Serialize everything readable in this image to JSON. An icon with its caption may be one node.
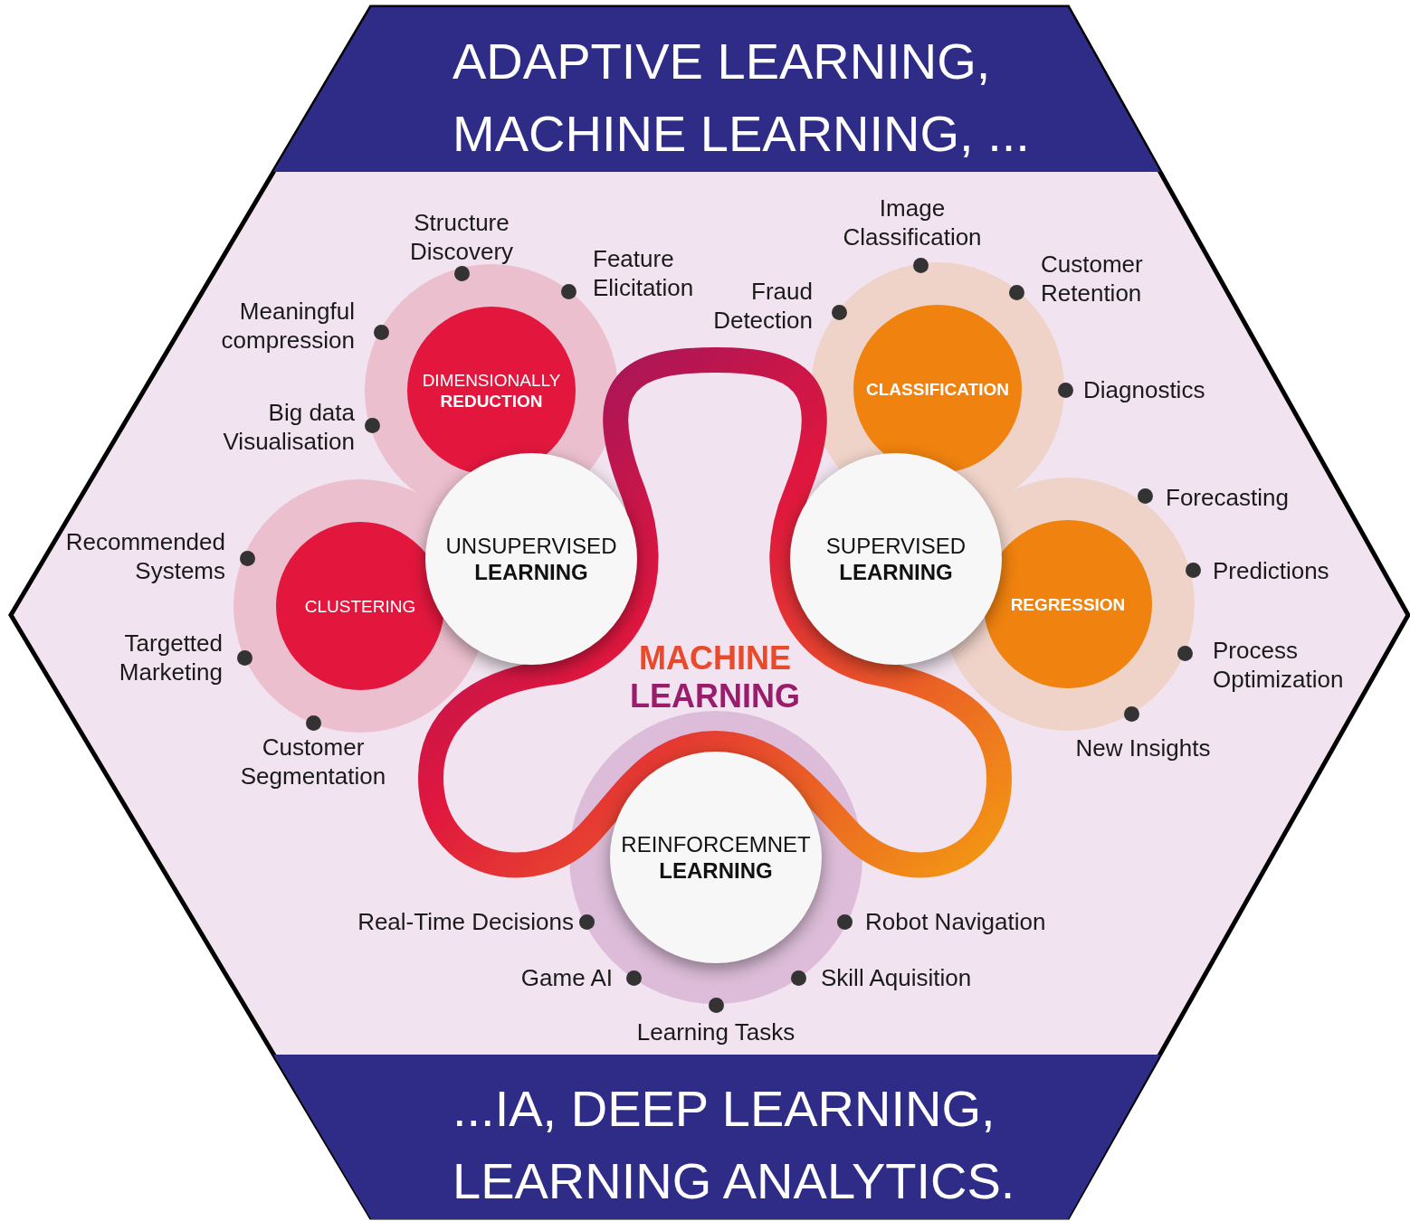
{
  "diagram": {
    "nodes": [
      {
        "text": [
          "ADAPTIVE LEARNING, MACHINE LEARNING, ..."
        ]
      },
      {
        "text": [
          "DIMENSIONALLY **REDUCTION**"
        ],
        "beside": [
          "Structure Discovery",
          "Feature Elicitation",
          "Meaningful compression",
          "Big data Visualisation"
        ]
      },
      {
        "text": [
          "CLASSIFICATION"
        ],
        "beside": [
          "Customer Retention",
          "Fraud Detection",
          "Diagnostics"
        ]
      },
      {
        "text": [
          "UNSUPERVISED **LEARNING**"
        ]
      },
      {
        "text": [
          "SUPERVISED **LEARNING**"
        ]
      },
      {
        "text": [
          "CLUSTERING"
        ],
        "beside": [
          "Recommended Systems",
          "Targetted Marketing",
          "Customer Segmentation"
        ]
      },
      {
        "text": [
          "REGRESSION"
        ],
        "beside": [
          "Forecasting",
          "Predictions",
          "Process Optimization",
          "New Insights"
        ]
      },
      {
        "text": [
          "REINFORCEMNET **LEARNING**"
        ],
        "beside": [
          "Real-Time Decisions",
          "Robot Navigation",
          "Game AI",
          "Skill Aquisition"
        ]
      },
      {
        "text": [
          "...IA, DEEP LEARNING, LEARNING ANALYTICS."
        ]
      }
    ],
    "labels": [
      "Image Classification",
      "MACHINE",
      "LEARNING",
      "Learning Tasks"
    ]
  }
}
